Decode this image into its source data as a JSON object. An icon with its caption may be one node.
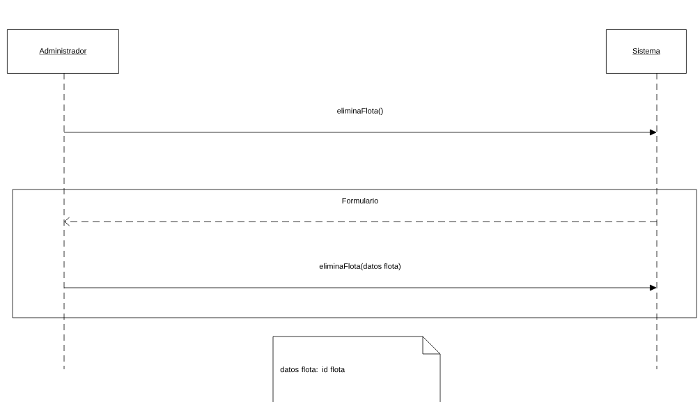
{
  "diagram": {
    "nodes": [
      {
        "text": [
          "Administrador"
        ]
      },
      {
        "text": [
          "Sistema"
        ]
      },
      {
        "text": [
          "datos flota: id flota"
        ]
      }
    ],
    "edges": [
      {
        "from": 0,
        "to": 1,
        "arrow": "to",
        "label": "eliminaFlota()"
      },
      {
        "from": 1,
        "to": 0,
        "arrow": "to",
        "label": "Formulario",
        "style": "dashed"
      },
      {
        "from": 0,
        "to": 1,
        "arrow": "to",
        "label": "eliminaFlota(datos flota)"
      }
    ]
  }
}
